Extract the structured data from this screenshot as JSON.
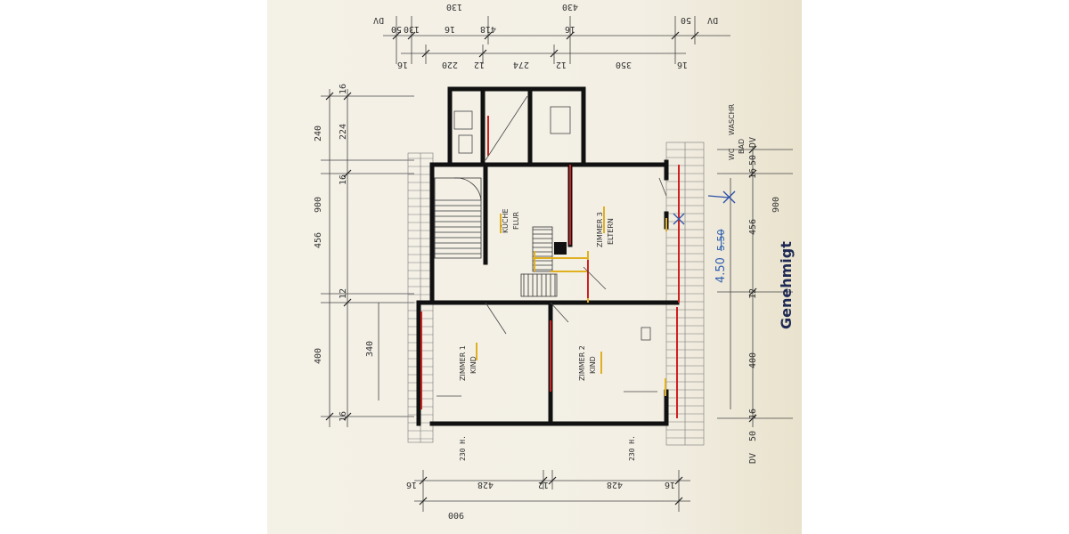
{
  "plan": {
    "rooms": [
      {
        "id": "wc",
        "label": "WC"
      },
      {
        "id": "wasch",
        "label": "WASCHR"
      },
      {
        "id": "bad",
        "label": "BAD"
      },
      {
        "id": "kueche",
        "label": "KÜCHE"
      },
      {
        "id": "flur",
        "label": "FLUR"
      },
      {
        "id": "zimmer3",
        "label": "ZIMMER 3"
      },
      {
        "id": "eltern",
        "label": "ELTERN"
      },
      {
        "id": "zimmer1",
        "label": "ZIMMER 1"
      },
      {
        "id": "kind1",
        "label": "KIND"
      },
      {
        "id": "zimmer2",
        "label": "ZIMMER 2"
      },
      {
        "id": "kind2",
        "label": "KIND"
      }
    ],
    "dims_top_outer": [
      "DV",
      "50",
      "130",
      "16",
      "418",
      "16",
      "50",
      "DV"
    ],
    "dims_top_clipped": [
      "130",
      "430"
    ],
    "dims_top_inner": [
      "16",
      "220",
      "12",
      "274",
      "12",
      "350",
      "16"
    ],
    "dims_left_total": "900",
    "dims_left_chain": [
      "240",
      "456",
      "400"
    ],
    "dims_left_inner": [
      "16",
      "224",
      "16",
      "12",
      "16"
    ],
    "dims_left_extra": "340",
    "dims_right_chain": [
      "DV",
      "50",
      "16",
      "456",
      "12",
      "400",
      "16",
      "50",
      "DV"
    ],
    "dims_right_total": "900",
    "dims_bottom_chain": [
      "16",
      "428",
      "12",
      "428",
      "16"
    ],
    "dims_bottom_total": "900",
    "heights": [
      "230 H.",
      "230 H."
    ],
    "annotation_new": "4.50",
    "annotation_old": "5.50",
    "stamp": "Genehmigt"
  }
}
